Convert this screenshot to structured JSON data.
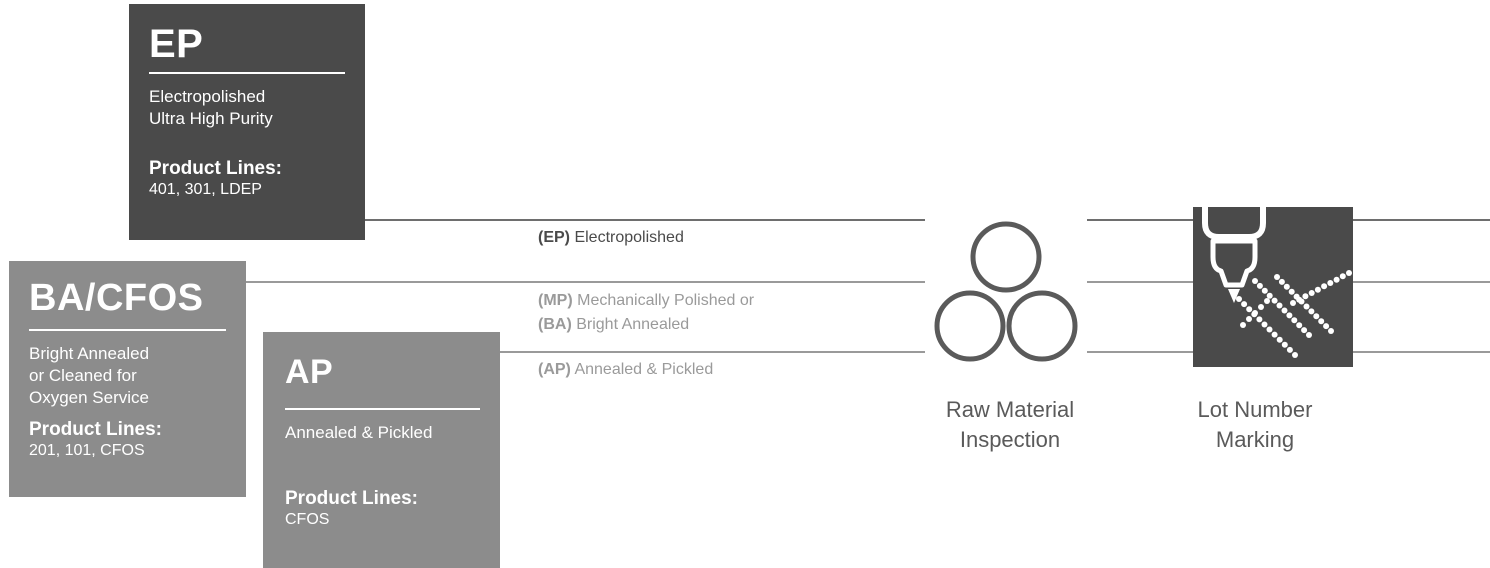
{
  "cards": {
    "ep": {
      "code": "EP",
      "desc_line1": "Electropolished",
      "desc_line2": "Ultra High Purity",
      "product_lines_label": "Product Lines:",
      "product_lines": "401, 301, LDEP",
      "color": "#4a4a4a"
    },
    "ba": {
      "code": "BA/CFOS",
      "desc_line1": "Bright Annealed",
      "desc_line2": "or Cleaned for",
      "desc_line3": "Oxygen Service",
      "product_lines_label": "Product Lines:",
      "product_lines": "201, 101, CFOS",
      "color": "#8c8c8c"
    },
    "ap": {
      "code": "AP",
      "desc_line1": "Annealed & Pickled",
      "product_lines_label": "Product Lines:",
      "product_lines": "CFOS",
      "color": "#8c8c8c"
    }
  },
  "finishes": {
    "ep": {
      "abbr": "(EP)",
      "name": "Electropolished"
    },
    "mp": {
      "abbr": "(MP)",
      "name": "Mechanically Polished or"
    },
    "ba": {
      "abbr": "(BA)",
      "name": "Bright Annealed"
    },
    "ap": {
      "abbr": "(AP)",
      "name": "Annealed & Pickled"
    }
  },
  "steps": {
    "raw_material": {
      "line1": "Raw Material",
      "line2": "Inspection",
      "icon": "tubes-icon"
    },
    "lot_number": {
      "line1": "Lot Number",
      "line2": "Marking",
      "icon": "laser-marking-icon"
    }
  }
}
